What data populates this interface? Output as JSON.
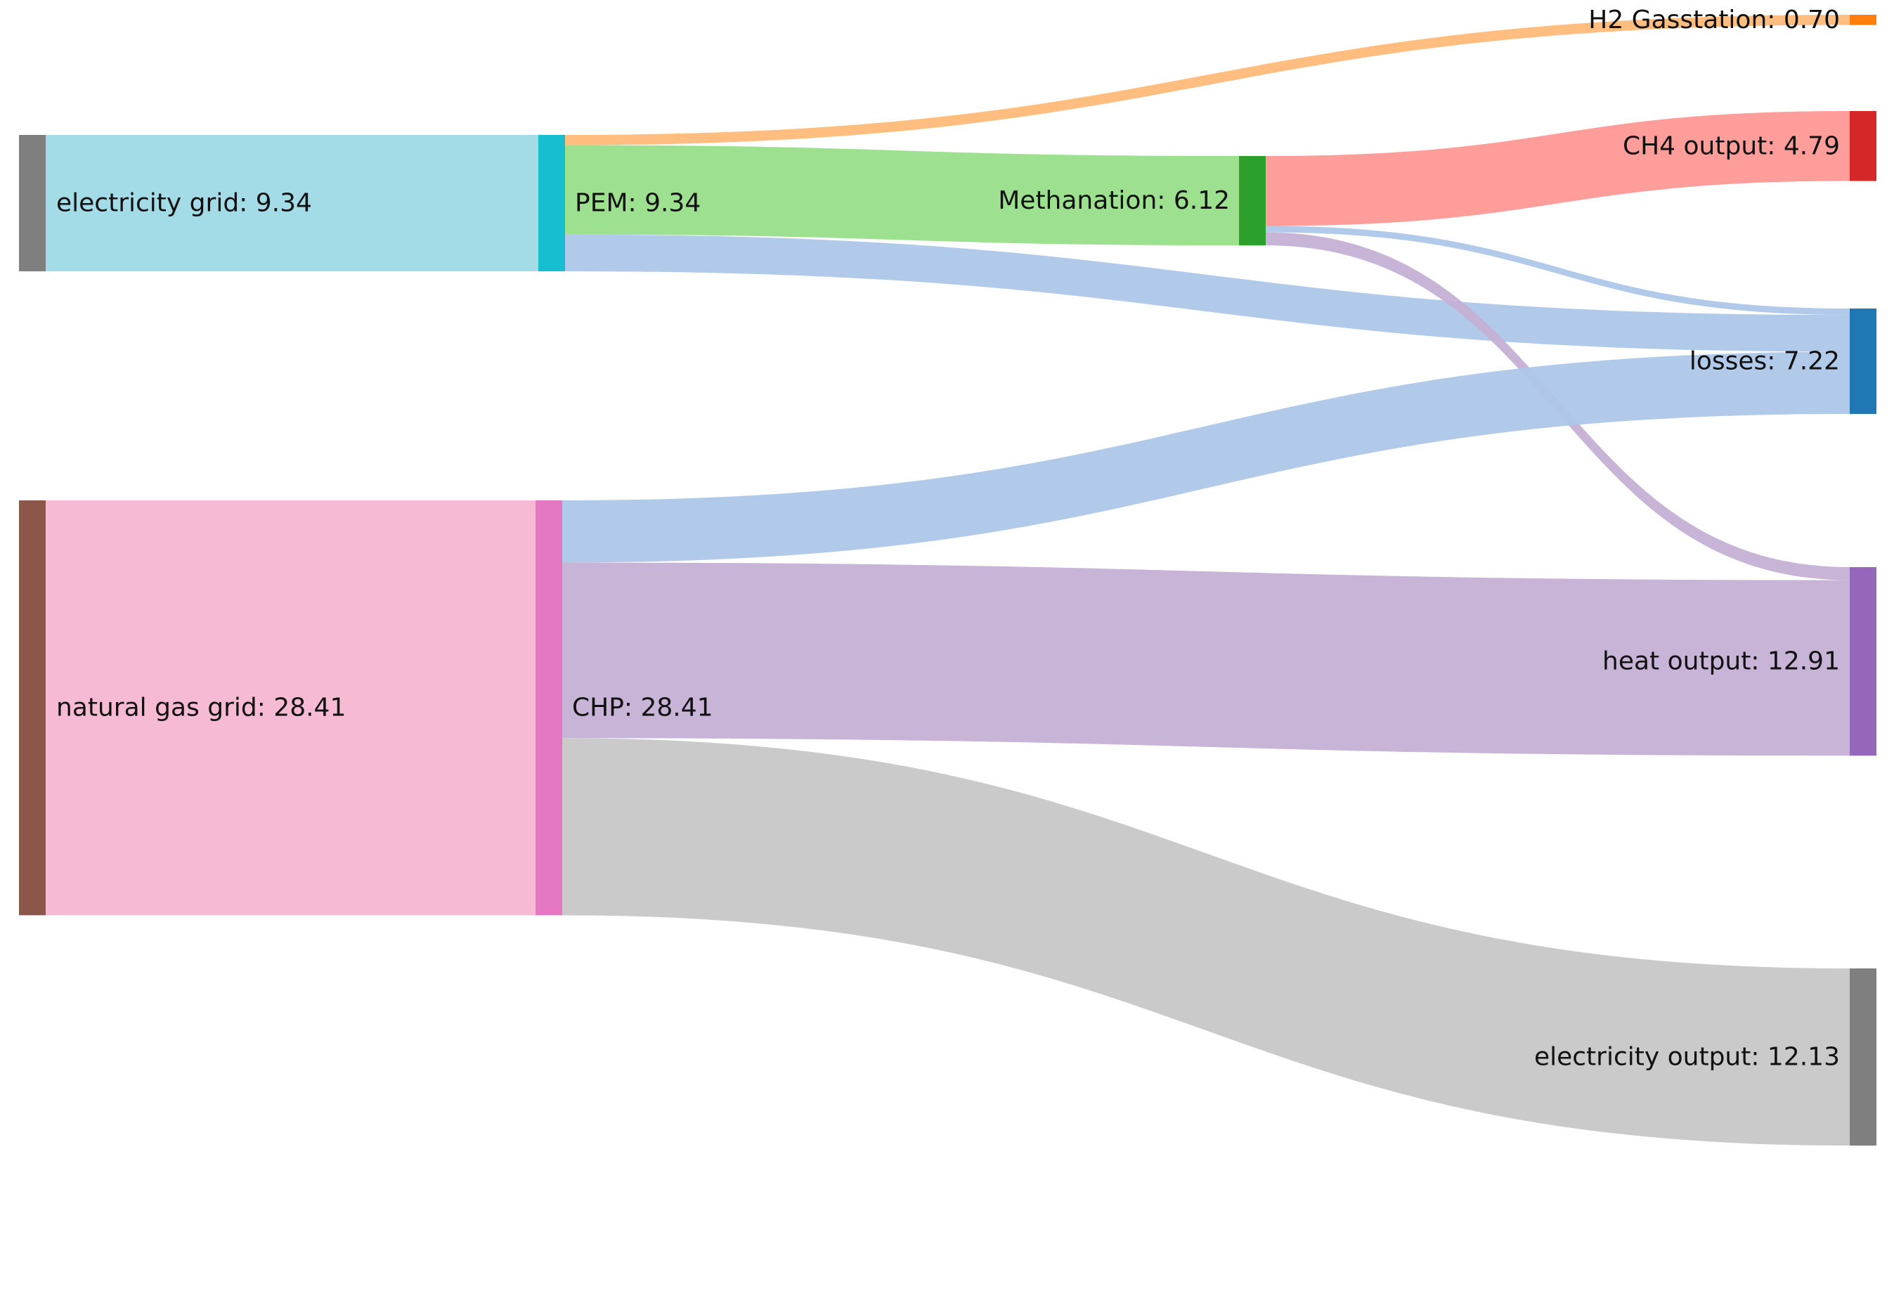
{
  "diagram": {
    "type": "sankey",
    "nodes": [
      {
        "id": "electricity_grid",
        "label": "electricity grid: 9.34",
        "value": 9.34,
        "color": "#7f7f7f",
        "link_color": "#9edae5"
      },
      {
        "id": "natural_gas_grid",
        "label": "natural gas grid: 28.41",
        "value": 28.41,
        "color": "#8c564b",
        "link_color": "#f7b6d2"
      },
      {
        "id": "pem",
        "label": "PEM: 9.34",
        "value": 9.34,
        "color": "#17becf"
      },
      {
        "id": "chp",
        "label": "CHP: 28.41",
        "value": 28.41,
        "color": "#e377c2"
      },
      {
        "id": "methanation",
        "label": "Methanation: 6.12",
        "value": 6.12,
        "color": "#2ca02c"
      },
      {
        "id": "h2_gasstation",
        "label": "H2 Gasstation: 0.70",
        "value": 0.7,
        "color": "#ff7f0e",
        "link_color": "#ffbb78"
      },
      {
        "id": "ch4_output",
        "label": "CH4 output: 4.79",
        "value": 4.79,
        "color": "#d62728",
        "link_color": "#ff9896"
      },
      {
        "id": "losses",
        "label": "losses: 7.22",
        "value": 7.22,
        "color": "#1f77b4",
        "link_color": "#aec7e8"
      },
      {
        "id": "heat_output",
        "label": "heat output: 12.91",
        "value": 12.91,
        "color": "#9467bd",
        "link_color": "#c5b0d5"
      },
      {
        "id": "electricity_output",
        "label": "electricity output: 12.13",
        "value": 12.13,
        "color": "#7f7f7f",
        "link_color": "#c7c7c7"
      }
    ],
    "links": [
      {
        "source": "electricity_grid",
        "target": "pem",
        "value": 9.34,
        "color": "#9edae5"
      },
      {
        "source": "natural_gas_grid",
        "target": "chp",
        "value": 28.41,
        "color": "#f7b6d2"
      },
      {
        "source": "pem",
        "target": "h2_gasstation",
        "value": 0.7,
        "color": "#ffbb78"
      },
      {
        "source": "pem",
        "target": "methanation",
        "value": 6.12,
        "color": "#98df8a"
      },
      {
        "source": "pem",
        "target": "losses",
        "value": 2.52,
        "color": "#aec7e8"
      },
      {
        "source": "methanation",
        "target": "ch4_output",
        "value": 4.79,
        "color": "#ff9896"
      },
      {
        "source": "methanation",
        "target": "losses",
        "value": 0.44,
        "color": "#aec7e8"
      },
      {
        "source": "methanation",
        "target": "heat_output",
        "value": 0.89,
        "color": "#c5b0d5"
      },
      {
        "source": "chp",
        "target": "losses",
        "value": 4.26,
        "color": "#aec7e8"
      },
      {
        "source": "chp",
        "target": "heat_output",
        "value": 12.02,
        "color": "#c5b0d5"
      },
      {
        "source": "chp",
        "target": "electricity_output",
        "value": 12.13,
        "color": "#c7c7c7"
      }
    ]
  }
}
